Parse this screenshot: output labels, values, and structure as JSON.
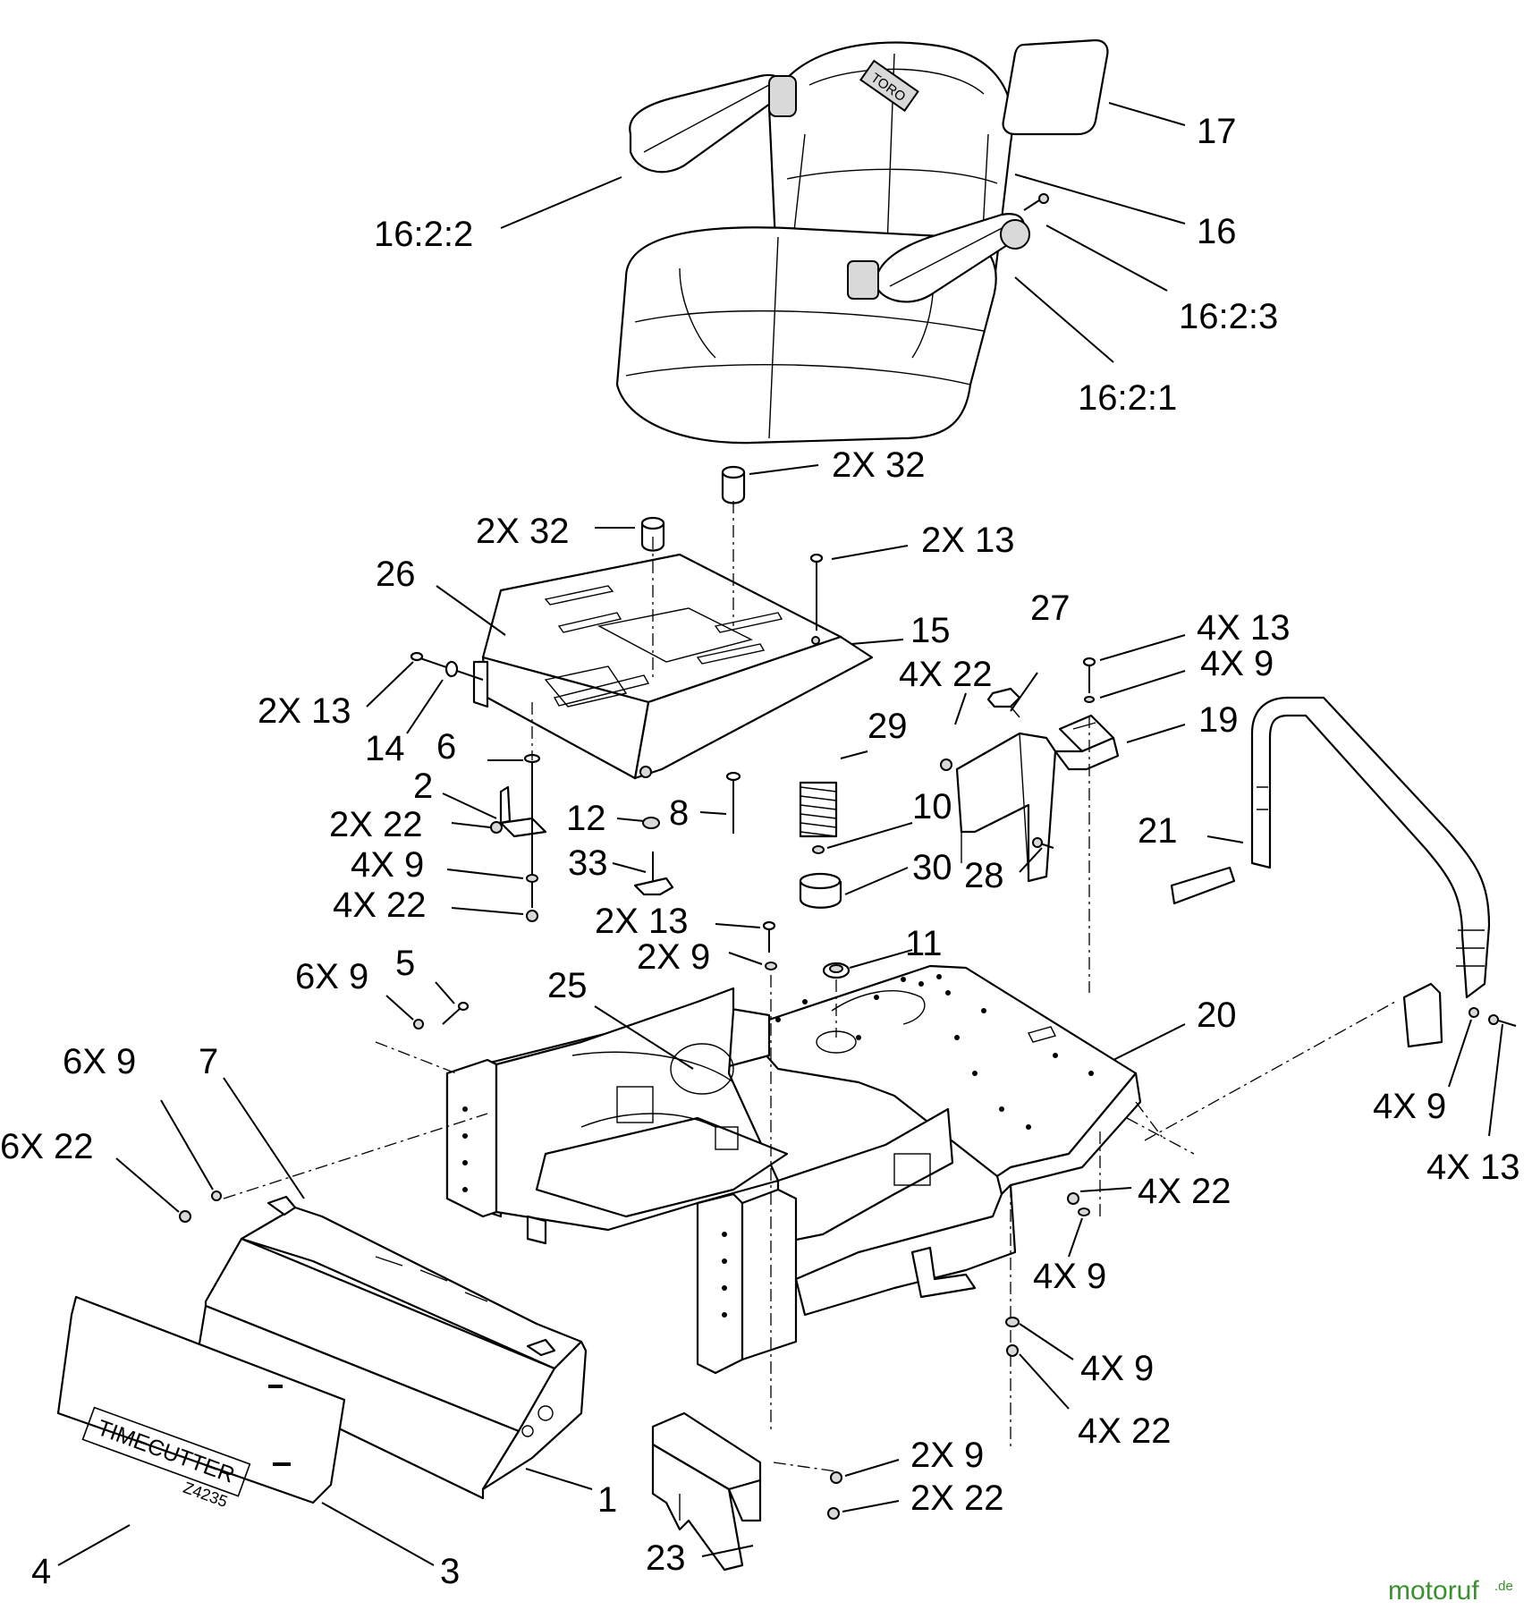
{
  "callouts": [
    {
      "id": "c17",
      "text": "17"
    },
    {
      "id": "c16",
      "text": "16"
    },
    {
      "id": "c16-2-2",
      "text": "16:2:2"
    },
    {
      "id": "c16-2-3",
      "text": "16:2:3"
    },
    {
      "id": "c16-2-1",
      "text": "16:2:1"
    },
    {
      "id": "c32a",
      "text": "2X 32"
    },
    {
      "id": "c32b",
      "text": "2X 32"
    },
    {
      "id": "c13a",
      "text": "2X 13"
    },
    {
      "id": "c26",
      "text": "26"
    },
    {
      "id": "c15",
      "text": "15"
    },
    {
      "id": "c27",
      "text": "27"
    },
    {
      "id": "c4x13a",
      "text": "4X 13"
    },
    {
      "id": "c4x9a",
      "text": "4X 9"
    },
    {
      "id": "c4x22a",
      "text": "4X 22"
    },
    {
      "id": "c19",
      "text": "19"
    },
    {
      "id": "c13b",
      "text": "2X 13"
    },
    {
      "id": "c14",
      "text": "14"
    },
    {
      "id": "c6",
      "text": "6"
    },
    {
      "id": "c29",
      "text": "29"
    },
    {
      "id": "c2",
      "text": "2"
    },
    {
      "id": "c2x22a",
      "text": "2X 22"
    },
    {
      "id": "c12",
      "text": "12"
    },
    {
      "id": "c8",
      "text": "8"
    },
    {
      "id": "c10",
      "text": "10"
    },
    {
      "id": "c21",
      "text": "21"
    },
    {
      "id": "c28",
      "text": "28"
    },
    {
      "id": "c4x9b",
      "text": "4X 9"
    },
    {
      "id": "c33",
      "text": "33"
    },
    {
      "id": "c30",
      "text": "30"
    },
    {
      "id": "c4x22b",
      "text": "4X 22"
    },
    {
      "id": "c2x13c",
      "text": "2X 13"
    },
    {
      "id": "c2x9a",
      "text": "2X 9"
    },
    {
      "id": "c11",
      "text": "11"
    },
    {
      "id": "c6x9a",
      "text": "6X 9"
    },
    {
      "id": "c5",
      "text": "5"
    },
    {
      "id": "c25",
      "text": "25"
    },
    {
      "id": "c20",
      "text": "20"
    },
    {
      "id": "c6x9b",
      "text": "6X 9"
    },
    {
      "id": "c7",
      "text": "7"
    },
    {
      "id": "c6x22",
      "text": "6X 22"
    },
    {
      "id": "c4x9c",
      "text": "4X 9"
    },
    {
      "id": "c4x13b",
      "text": "4X 13"
    },
    {
      "id": "c4x22c",
      "text": "4X 22"
    },
    {
      "id": "c4x9d",
      "text": "4X 9"
    },
    {
      "id": "c4x9e",
      "text": "4X 9"
    },
    {
      "id": "c4x22d",
      "text": "4X 22"
    },
    {
      "id": "c1",
      "text": "1"
    },
    {
      "id": "c2x9b",
      "text": "2X 9"
    },
    {
      "id": "c2x22b",
      "text": "2X 22"
    },
    {
      "id": "c4",
      "text": "4"
    },
    {
      "id": "c3",
      "text": "3"
    },
    {
      "id": "c23",
      "text": "23"
    }
  ],
  "decal": {
    "line1": "TIMECUTTER",
    "line2": "Z4235"
  },
  "seat_badge": "TORO",
  "watermark": {
    "main": "motoruf",
    "suffix": ".de"
  },
  "colors": {
    "line": "#000000",
    "watermark": "#3a8f2e"
  }
}
